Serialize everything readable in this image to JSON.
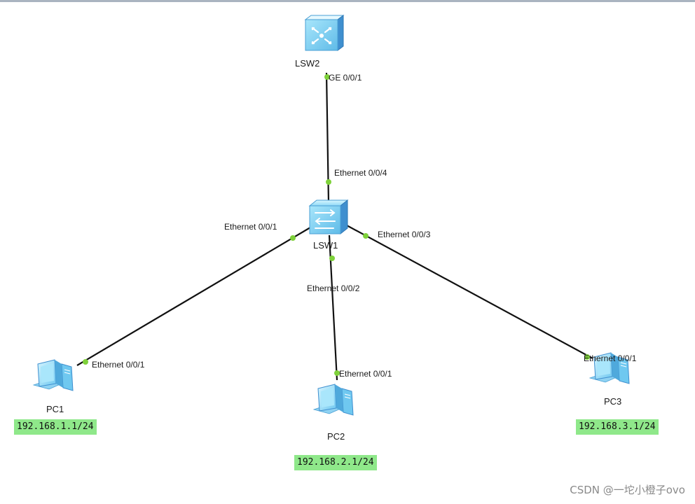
{
  "devices": {
    "lsw2": {
      "label": "LSW2"
    },
    "lsw1": {
      "label": "LSW1"
    },
    "pc1": {
      "label": "PC1",
      "ip": "192.168.1.1/24"
    },
    "pc2": {
      "label": "PC2",
      "ip": "192.168.2.1/24"
    },
    "pc3": {
      "label": "PC3",
      "ip": "192.168.3.1/24"
    }
  },
  "links": [
    {
      "from": "lsw2",
      "to": "lsw1",
      "from_port": "GE 0/0/1",
      "to_port": "Ethernet 0/0/4"
    },
    {
      "from": "lsw1",
      "to": "pc1",
      "from_port": "Ethernet 0/0/1",
      "to_port": "Ethernet 0/0/1"
    },
    {
      "from": "lsw1",
      "to": "pc2",
      "from_port": "Ethernet 0/0/2",
      "to_port": "Ethernet 0/0/1"
    },
    {
      "from": "lsw1",
      "to": "pc3",
      "from_port": "Ethernet 0/0/3",
      "to_port": "Ethernet 0/0/1"
    }
  ],
  "watermark": "CSDN @一坨小橙子ovo",
  "colors": {
    "link": "#111111",
    "port_dot": "#7ed13a",
    "ip_bg": "#8fe88a",
    "device_light": "#b9ecff",
    "device_mid": "#6fc8f0",
    "device_dark": "#3f8fcf"
  }
}
